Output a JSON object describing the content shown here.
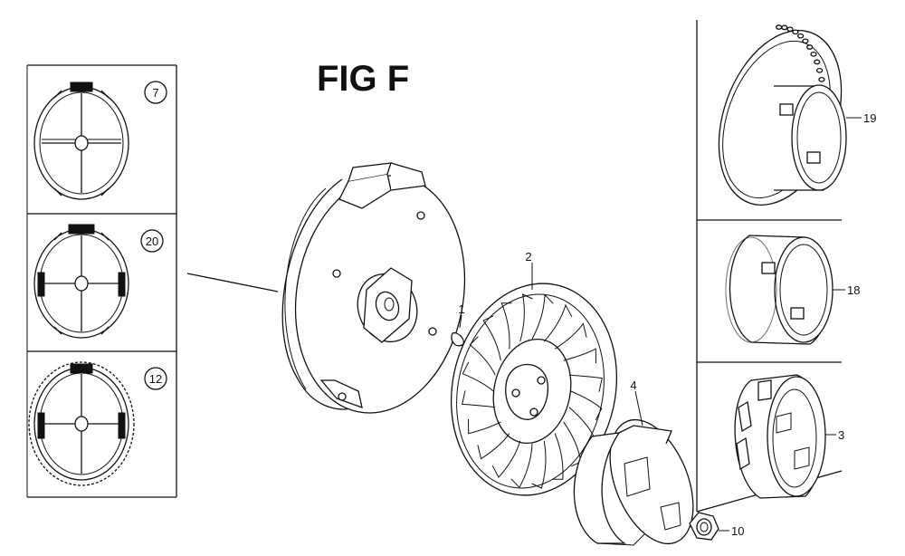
{
  "figure": {
    "title": "FIG F"
  },
  "callouts": {
    "c7": "7",
    "c20": "20",
    "c12": "12",
    "c1": "1",
    "c2": "2",
    "c4": "4",
    "c10": "10",
    "c19": "19",
    "c18": "18",
    "c3": "3"
  },
  "colors": {
    "line": "#111111",
    "background": "#ffffff"
  }
}
